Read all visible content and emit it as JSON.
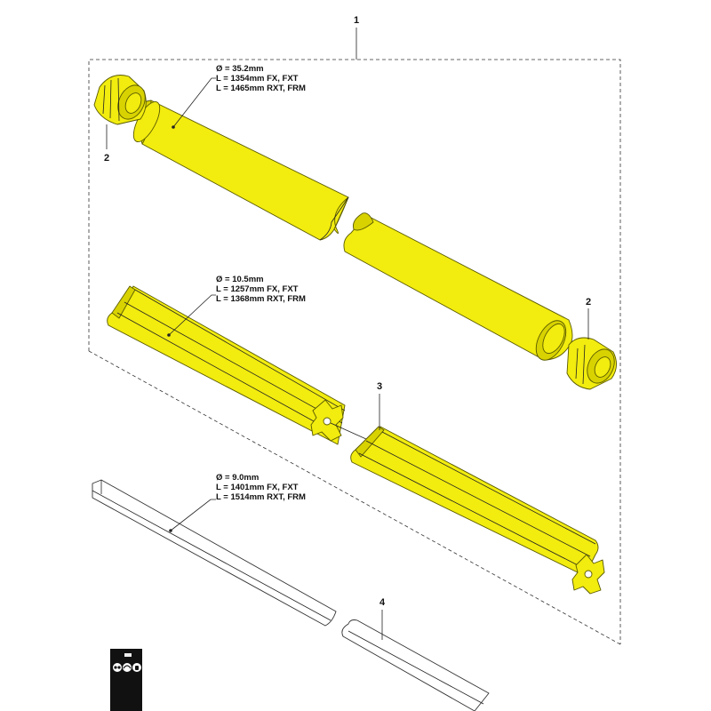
{
  "callouts": {
    "assembly": "1",
    "grip_ring_left": "2",
    "grip_ring_right": "2",
    "drive_shaft_liner": "3",
    "drive_shaft": "4"
  },
  "tube_spec": {
    "diameter": "Ø = 35.2mm",
    "length_fx": "L = 1354mm FX, FXT",
    "length_rxt": "L = 1465mm RXT, FRM"
  },
  "liner_spec": {
    "diameter": "Ø = 10.5mm",
    "length_fx": "L = 1257mm FX, FXT",
    "length_rxt": "L = 1368mm RXT, FRM"
  },
  "shaft_spec": {
    "diameter": "Ø = 9.0mm",
    "length_fx": "L = 1401mm FX, FXT",
    "length_rxt": "L = 1514mm RXT, FRM"
  },
  "colors": {
    "part_fill": "#f2ec0f",
    "part_outline": "#5a5a00",
    "line": "#222222"
  },
  "icons": [
    "safety-glasses-icon",
    "ear-protection-icon",
    "gloves-icon"
  ]
}
